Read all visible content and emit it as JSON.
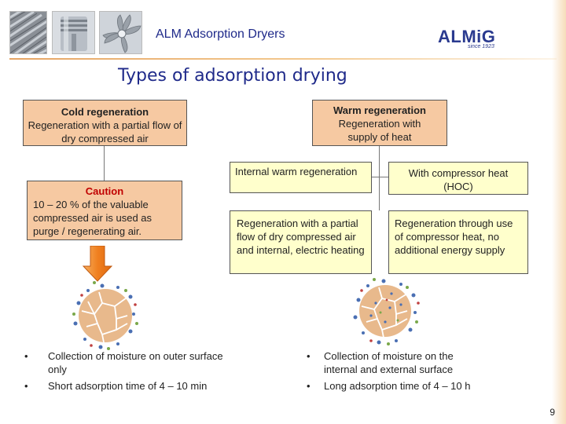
{
  "header": {
    "title": "ALM Adsorption Dryers",
    "logo_text": "ALMiG",
    "logo_tagline": "since 1923",
    "photos": [
      "screw-rotor-photo",
      "piston-photo",
      "turbine-impeller-photo"
    ]
  },
  "slide_title": "Types of adsorption drying",
  "cold": {
    "title": "Cold regeneration",
    "subtitle": "Regeneration with a  partial flow of dry compressed air"
  },
  "caution": {
    "title": "Caution",
    "text": "10 – 20 % of the valuable compressed air is used as purge / regenerating air."
  },
  "warm": {
    "title": "Warm regeneration",
    "subtitle": "Regeneration with supply of heat"
  },
  "internal_warm": {
    "title": "Internal warm regeneration",
    "text": "Regeneration with a partial flow of dry compressed air and internal, electric heating"
  },
  "compressor_heat": {
    "title": "With compressor heat (HOC)",
    "text": "Regeneration through use of compressor heat, no additional energy supply"
  },
  "left_bullets": [
    "Collection of moisture on outer surface only",
    "Short adsorption time of 4 – 10 min"
  ],
  "right_bullets": [
    "Collection of moisture on the internal and external surface",
    "Long adsorption time of 4 – 10 h"
  ],
  "bullet_char": "•",
  "page_number": "9",
  "colors": {
    "title_blue": "#1f2a8a",
    "peach": "#f6c9a2",
    "pale_yellow": "#ffffcc",
    "caution_red": "#c00000",
    "arrow_orange": "#f08020",
    "granule": "#e8b98c"
  }
}
